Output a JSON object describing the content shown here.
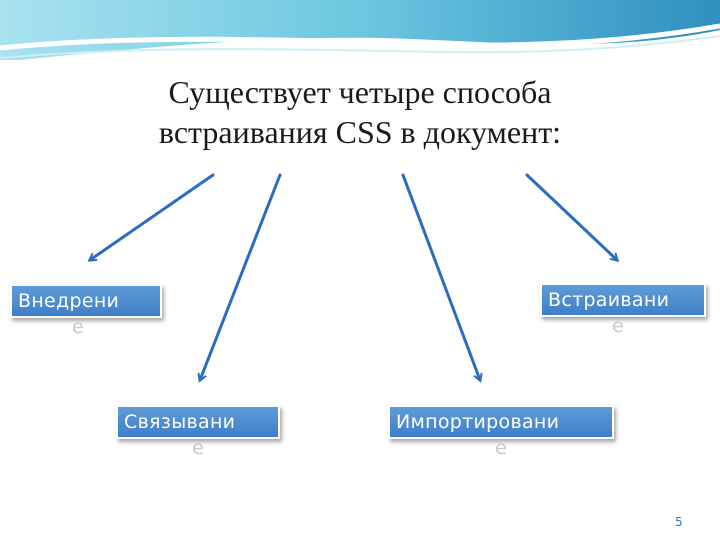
{
  "title": {
    "line1": "Существует четыре способа",
    "line2": "встраивания CSS в документ:"
  },
  "boxes": {
    "embed": {
      "label": "Внедрени",
      "spill": "е"
    },
    "link": {
      "label": "Связывани",
      "spill": "е"
    },
    "import": {
      "label": "Импортировани",
      "spill": "е"
    },
    "inline": {
      "label": "Встраивани",
      "spill": "е"
    }
  },
  "page_number": "5",
  "colors": {
    "box_fill": "#4f8fd4",
    "arrow": "#2a6cc0",
    "wave": "#7fd0e6"
  }
}
